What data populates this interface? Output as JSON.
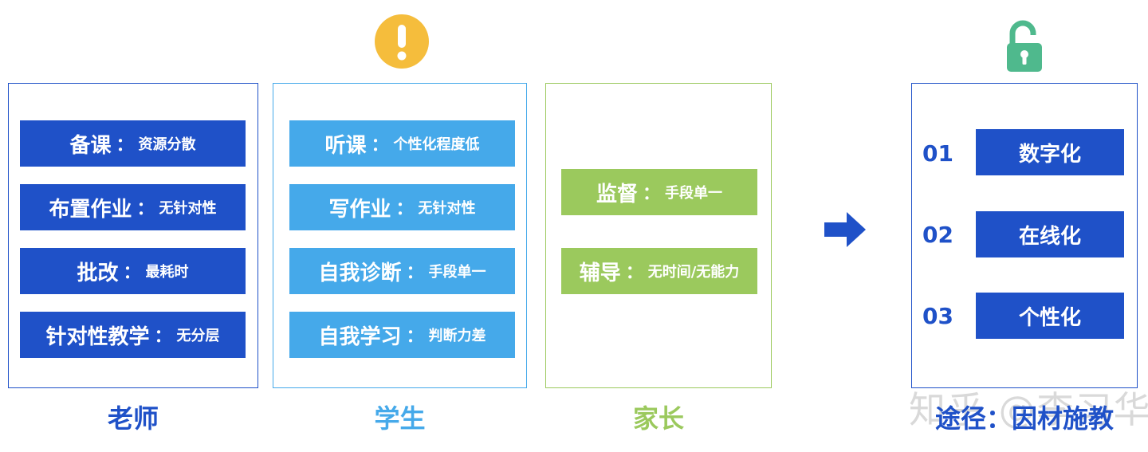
{
  "colors": {
    "teacher": "#1f51c8",
    "student": "#45a9ea",
    "parent": "#9bc95d",
    "solution": "#1f51c8",
    "warning": "#f5bd3c",
    "lock": "#4fb98d"
  },
  "teacher": {
    "caption": "老师",
    "items": [
      {
        "main": "备课",
        "sep": "：",
        "sub": "资源分散"
      },
      {
        "main": "布置作业",
        "sep": "：",
        "sub": "无针对性"
      },
      {
        "main": "批改",
        "sep": "：",
        "sub": "最耗时"
      },
      {
        "main": "针对性教学",
        "sep": "：",
        "sub": "无分层"
      }
    ]
  },
  "student": {
    "caption": "学生",
    "items": [
      {
        "main": "听课",
        "sep": "：",
        "sub": "个性化程度低"
      },
      {
        "main": "写作业",
        "sep": "：",
        "sub": "无针对性"
      },
      {
        "main": "自我诊断",
        "sep": "：",
        "sub": "手段单一"
      },
      {
        "main": "自我学习",
        "sep": "：",
        "sub": "判断力差"
      }
    ]
  },
  "parent": {
    "caption": "家长",
    "items": [
      {
        "main": "监督",
        "sep": "：",
        "sub": "手段单一"
      },
      {
        "main": "辅导",
        "sep": "：",
        "sub": "无时间/无能力"
      }
    ]
  },
  "solution": {
    "caption": "途径：因材施教",
    "items": [
      {
        "num": "01",
        "label": "数字化"
      },
      {
        "num": "02",
        "label": "在线化"
      },
      {
        "num": "03",
        "label": "个性化"
      }
    ]
  },
  "icons": {
    "warning": "exclamation-circle-icon",
    "unlock": "unlocked-padlock-icon",
    "arrow": "right-arrow-icon"
  },
  "watermark": "知乎 @李习华"
}
